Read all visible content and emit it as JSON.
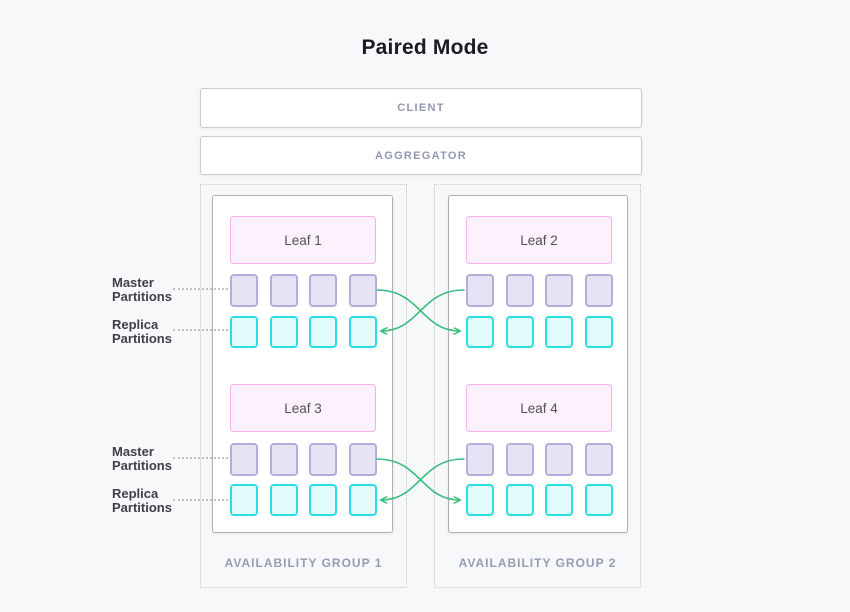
{
  "title": "Paired Mode",
  "client": {
    "label": "CLIENT"
  },
  "aggregator": {
    "label": "AGGREGATOR"
  },
  "groups": [
    {
      "label": "AVAILABILITY GROUP 1",
      "leaves": [
        {
          "label": "Leaf 1"
        },
        {
          "label": "Leaf 3"
        }
      ]
    },
    {
      "label": "AVAILABILITY GROUP 2",
      "leaves": [
        {
          "label": "Leaf 2"
        },
        {
          "label": "Leaf 4"
        }
      ]
    }
  ],
  "row_labels": {
    "master": "Master Partitions",
    "replica": "Replica Partitions"
  },
  "partitions_per_row": 4,
  "replication": "master partitions in each group replicate to replica partitions in the paired group (crossed green arrows)",
  "colors": {
    "page_bg": "#f7f8f9",
    "title_color": "#1b1b25",
    "box_border": "#c9cbd2",
    "box_text": "#9396b1",
    "group_dotted": "#c6c6c9",
    "group_label_color": "#989bb2",
    "leaf_container_border": "#aeb0b8",
    "leaf_fill": "#fdf1fd",
    "leaf_border": "#f5afee",
    "leaf_text": "#50515b",
    "master_fill": "#e7e3f4",
    "master_border": "#b7abdc",
    "replica_fill": "#e1fbfc",
    "replica_border": "#29dfe6",
    "side_label_color": "#3f404c",
    "leader_color": "#c2c2c8",
    "arrow": "#3bbb7e"
  }
}
